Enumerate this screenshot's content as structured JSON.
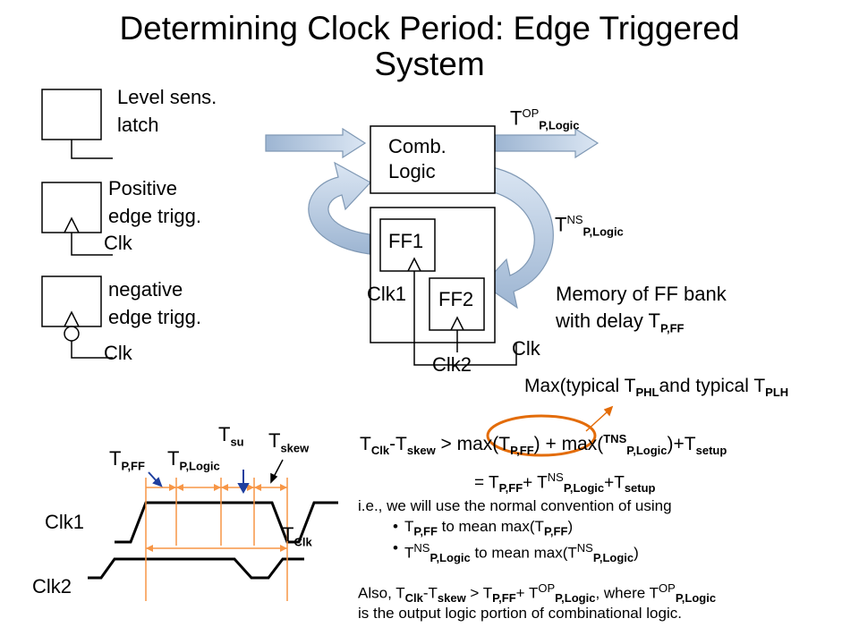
{
  "title": {
    "line1": "Determining Clock Period: Edge Triggered",
    "line2": "System"
  },
  "legend": {
    "latch": {
      "line1": "Level sens.",
      "line2": "latch"
    },
    "positive": {
      "line1": "Positive",
      "line2": "edge trigg.",
      "clk": "Clk"
    },
    "negative": {
      "line1": "negative",
      "line2": "edge trigg.",
      "clk": "Clk"
    }
  },
  "circuit": {
    "comb_line1": "Comb.",
    "comb_line2": "Logic",
    "ff1": "FF1",
    "ff2": "FF2",
    "clk1": "Clk1",
    "clk2": "Clk2",
    "clk": "Clk",
    "t_op": {
      "base": "T",
      "sup": "OP",
      "sub": "P,Logic"
    },
    "t_ns": {
      "base": "T",
      "sup": "NS",
      "sub": "P,Logic"
    },
    "memory_line1": "Memory of FF bank",
    "memory_line2": "with delay T",
    "memory_sub": "P,FF"
  },
  "max_note": {
    "text1": "Max(typical T",
    "sub1": "PHL",
    "text2": "and typical T",
    "sub2": "PLH"
  },
  "timing": {
    "t_pff": {
      "base": "T",
      "sub": "P,FF"
    },
    "t_plogic": {
      "base": "T",
      "sub": "P,Logic"
    },
    "t_su": {
      "base": "T",
      "sub": "su"
    },
    "t_skew": {
      "base": "T",
      "sub": "skew"
    },
    "t_clk": {
      "base": "T",
      "sub": "Clk"
    },
    "clk1": "Clk1",
    "clk2": "Clk2"
  },
  "equations": {
    "eq1": {
      "a": "T",
      "a_sub": "Clk",
      "b": "-T",
      "b_sub": "skew",
      "c": " > max(T",
      "c_sub": "P,FF",
      "d": ") + max(",
      "d_sup": "TNS",
      "d_sub": "P,Logic",
      "e": ")+T",
      "e_sub": "setup"
    },
    "eq2": {
      "a": "= T",
      "a_sub": "P,FF",
      "b": "+ T",
      "b_sup": "NS",
      "b_sub": "P,Logic",
      "c": "+T",
      "c_sub": "setup"
    },
    "ie": "i.e., we will use the normal convention of using",
    "bullet1": {
      "a": "T",
      "a_sub": "P,FF",
      "b": " to mean max(T",
      "b_sub": "P,FF",
      "c": ")"
    },
    "bullet2": {
      "a": "T",
      "a_sup": "NS",
      "a_sub": "P,Logic",
      "b": " to mean max(T",
      "b_sup": "NS",
      "b_sub": "P,Logic",
      "c": ")"
    },
    "also": {
      "a": "Also, T",
      "a_sub": "Clk",
      "b": "-T",
      "b_sub": "skew",
      "c": " > T",
      "c_sub": "P,FF",
      "d": "+ T",
      "d_sup": "OP",
      "d_sub": "P,Logic",
      "e": ", where T",
      "e_sup": "OP",
      "e_sub": "P,Logic"
    },
    "also_line2": "is the output logic portion of combinational logic."
  },
  "colors": {
    "arrow_fill": "#b9cde5",
    "arrow_edge": "#7f98b4",
    "timing_lines": "#f79646",
    "highlight_ellipse": "#e36c09",
    "marker_arrow": "#1f3f9f"
  }
}
